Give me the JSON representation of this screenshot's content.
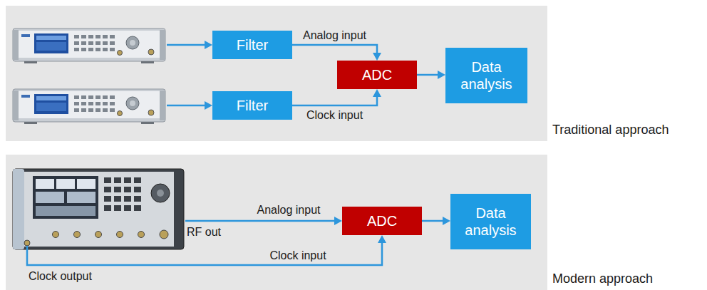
{
  "diagram": {
    "nodes": [
      {
        "text": [
          "Traditional approach"
        ]
      },
      {
        "text": [
          "Filter"
        ],
        "in": 0
      },
      {
        "text": [
          "Filter"
        ],
        "in": 0
      },
      {
        "text": [
          "ADC"
        ],
        "in": 0
      },
      {
        "text": [
          "Data analysis"
        ],
        "in": 0
      },
      {
        "text": [
          "Modern approach"
        ]
      },
      {
        "text": [
          "ADC"
        ],
        "in": 5
      },
      {
        "text": [
          "Data analysis"
        ],
        "in": 5
      }
    ],
    "edges": [
      {
        "from": 1,
        "to": 3,
        "arrow": "to",
        "label": "Analog input"
      },
      {
        "from": 2,
        "to": 3,
        "arrow": "to",
        "label": "Clock input"
      },
      {
        "from": 3,
        "to": 4,
        "arrow": "to"
      },
      {
        "from": 6,
        "to": 7,
        "arrow": "to"
      }
    ],
    "labels": [
      "Analog input",
      "RF out",
      "Clock input",
      "Clock output"
    ]
  }
}
